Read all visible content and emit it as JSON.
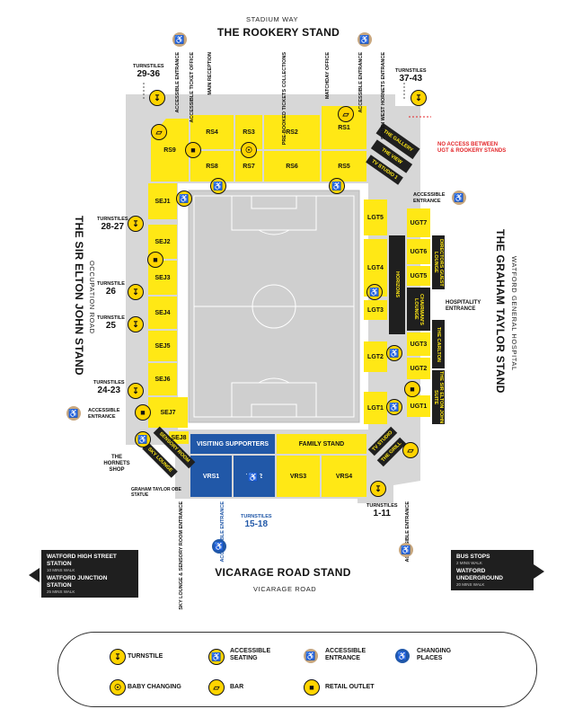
{
  "roads": {
    "top": "STADIUM WAY",
    "bottom": "VICARAGE ROAD",
    "left": "OCCUPATION ROAD",
    "right": "WATFORD GENERAL HOSPITAL"
  },
  "stands": {
    "top": "THE ROOKERY STAND",
    "bottom": "VICARAGE ROAD STAND",
    "left": "THE SIR ELTON JOHN STAND",
    "right": "THE GRAHAM TAYLOR STAND"
  },
  "blocks": {
    "rs1": "RS1",
    "rs2": "RS2",
    "rs3": "RS3",
    "rs4": "RS4",
    "rs5": "RS5",
    "rs6": "RS6",
    "rs7": "RS7",
    "rs8": "RS8",
    "rs9": "RS9",
    "sej1": "SEJ1",
    "sej2": "SEJ2",
    "sej3": "SEJ3",
    "sej4": "SEJ4",
    "sej5": "SEJ5",
    "sej6": "SEJ6",
    "sej7": "SEJ7",
    "sej8": "SEJ8",
    "lgt1": "LGT1",
    "lgt2": "LGT2",
    "lgt3": "LGT3",
    "lgt4": "LGT4",
    "lgt5": "LGT5",
    "ugt1": "UGT1",
    "ugt2": "UGT2",
    "ugt3": "UGT3",
    "ugt5": "UGT5",
    "ugt6": "UGT6",
    "ugt7": "UGT7",
    "vrs1": "VRS1",
    "vrs2": "VRS2",
    "vrs3": "VRS3",
    "vrs4": "VRS4",
    "visiting": "VISITING SUPPORTERS",
    "family": "FAMILY STAND"
  },
  "dark_areas": {
    "gallery": "THE GALLERY",
    "view": "THE VIEW",
    "studio1": "TV STUDIO 1",
    "horizons": "HORIZONS",
    "chairmans": "CHAIRMAN'S LOUNGE",
    "directors": "DIRECTORS GUEST LOUNGE",
    "carlton": "THE CARLTON",
    "eltonsuite": "THE SIR ELTON JOHN SUITE",
    "studio2": "TV STUDIO",
    "grill": "THE GRILL",
    "sensory": "SENSORY ROOM",
    "skylounge": "SKY LOUNGE"
  },
  "top_labels": {
    "acc_ent_left": "ACCESSIBLE ENTRANCE",
    "acc_ticket": "ACCESSIBLE TICKET OFFICE",
    "mainreception": "MAIN RECEPTION",
    "prebooked": "PRE-BOOKED TICKETS COLLECTIONS",
    "matchday": "MATCHDAY OFFICE",
    "acc_ent_right": "ACCESSIBLE ENTRANCE",
    "southwest": "SOUTH WEST HORNETS ENTRANCE"
  },
  "turnstiles": {
    "t2936": {
      "label": "TURNSTILES",
      "num": "29-36"
    },
    "t3743": {
      "label": "TURNSTILES",
      "num": "37-43"
    },
    "t2827": {
      "label": "TURNSTILES",
      "num": "28-27"
    },
    "t26": {
      "label": "TURNSTILE",
      "num": "26"
    },
    "t25": {
      "label": "TURNSTILE",
      "num": "25"
    },
    "t2423": {
      "label": "TURNSTILES",
      "num": "24-23"
    },
    "t111": {
      "label": "TURNSTILES",
      "num": "1-11"
    },
    "t1518": {
      "label": "TURNSTILES",
      "num": "15-18"
    }
  },
  "notes": {
    "noaccess": "NO ACCESS BETWEEN UGT & ROOKERY STANDS",
    "acc_right": "ACCESSIBLE ENTRANCE",
    "hospitality": "HOSPITALITY ENTRANCE",
    "acc_left": "ACCESSIBLE ENTRANCE",
    "hornets_shop": "THE HORNETS SHOP",
    "statue": "GRAHAM TAYLOR OBE STATUE",
    "sky_entrance": "SKY LOUNGE & SENSORY ROOM ENTRANCE",
    "acc_bottom_left": "ACCESSIBLE ENTRANCE",
    "acc_bottom_right": "ACCESSIBLE ENTRANCE"
  },
  "signs": {
    "high_street": {
      "title": "WATFORD HIGH STREET STATION",
      "sub": "10 MINS WALK"
    },
    "junction": {
      "title": "WATFORD JUNCTION STATION",
      "sub": "25 MINS WALK"
    },
    "bus": {
      "title": "BUS STOPS",
      "sub": "2 MINS WALK"
    },
    "underground": {
      "title": "WATFORD UNDERGROUND",
      "sub": "20 MINS WALK"
    }
  },
  "legend": {
    "turnstile": "TURNSTILE",
    "acc_seating": "ACCESSIBLE SEATING",
    "acc_entrance": "ACCESSIBLE ENTRANCE",
    "changing_places": "CHANGING PLACES",
    "baby": "BABY CHANGING",
    "bar": "BAR",
    "retail": "RETAIL OUTLET"
  },
  "colors": {
    "seating": "#ffe815",
    "away": "#2158a8",
    "hospitality": "#1f1f1f",
    "concourse": "#d7d7d7",
    "pitch": "#cfcfcf",
    "alert": "#e3262a"
  }
}
